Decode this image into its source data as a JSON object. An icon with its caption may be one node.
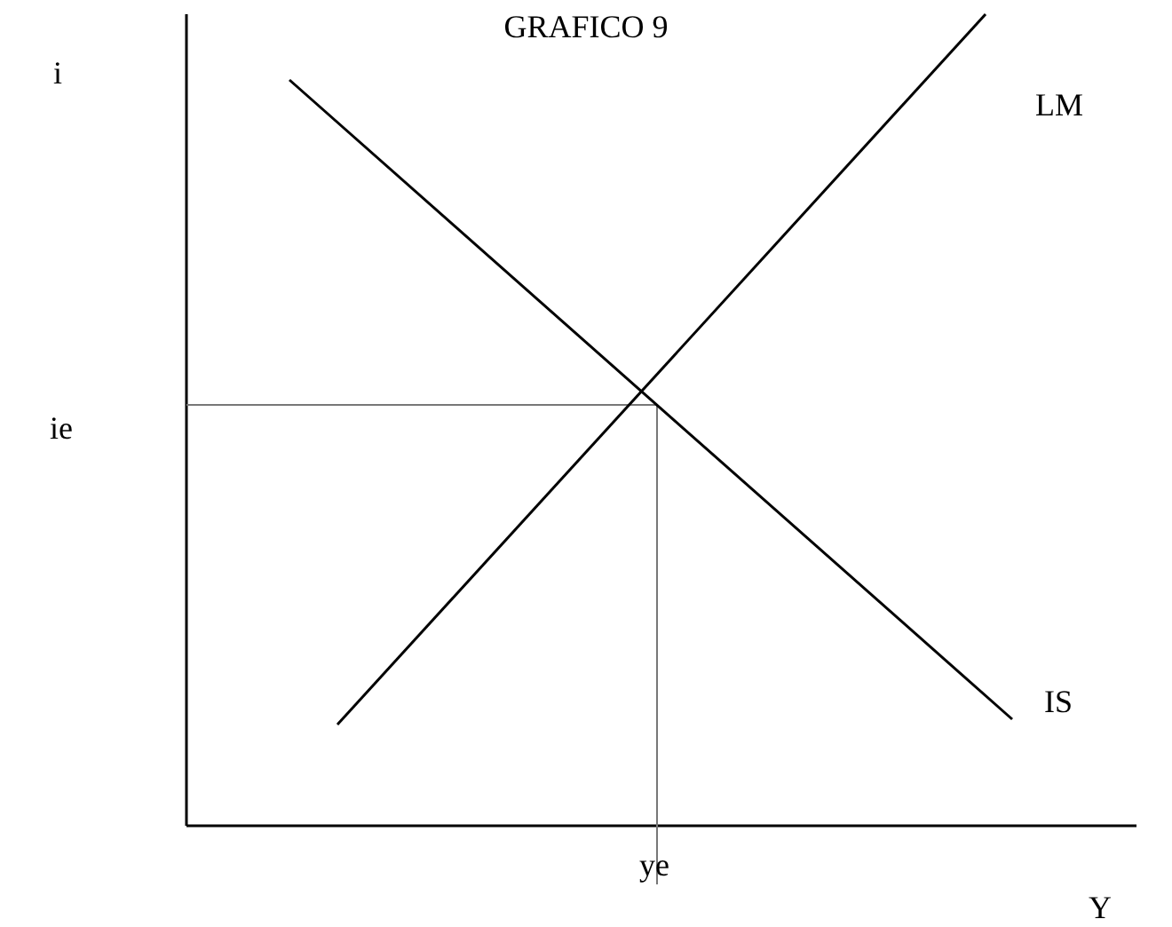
{
  "diagram": {
    "title": "GRAFICO 9",
    "labels": [
      "i",
      "LM",
      "ie",
      "IS",
      "ye",
      "Y"
    ]
  }
}
